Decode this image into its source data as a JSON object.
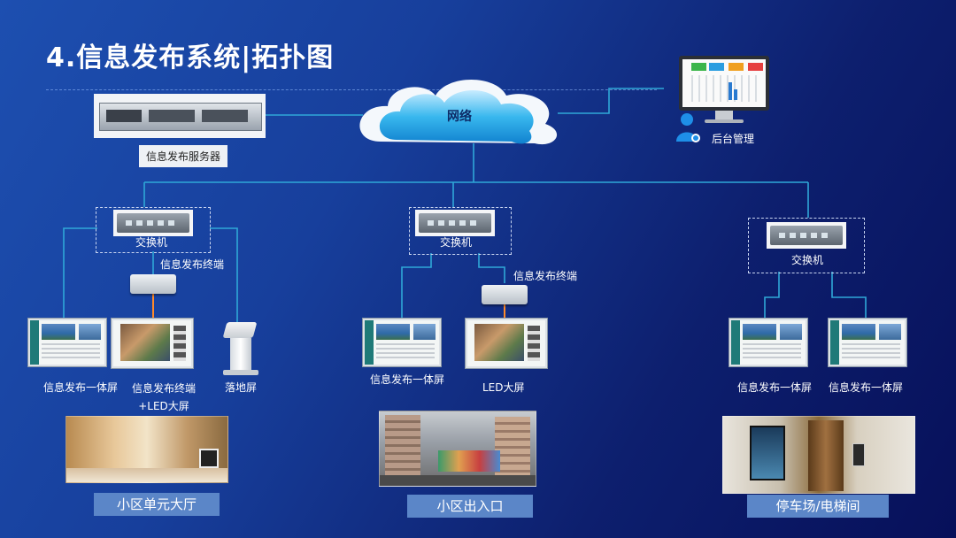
{
  "title": "4.信息发布系统|拓扑图",
  "network_label": "网络",
  "server_label": "信息发布服务器",
  "admin_label": "后台管理",
  "groups": [
    {
      "switch_label": "交换机",
      "terminal_label": "信息发布终端",
      "devices": [
        "信息发布一体屏",
        "信息发布终端\n+LED大屏",
        "落地屏"
      ],
      "scene_label": "小区单元大厅"
    },
    {
      "switch_label": "交换机",
      "terminal_label": "信息发布终端",
      "devices": [
        "信息发布一体屏",
        "LED大屏"
      ],
      "scene_label": "小区出入口"
    },
    {
      "switch_label": "交换机",
      "devices": [
        "信息发布一体屏",
        "信息发布一体屏"
      ],
      "scene_label": "停车场/电梯间"
    }
  ],
  "colors": {
    "link": "#2fa8d8",
    "terminal_link": "#ff8a2a",
    "caption_bg": "#5b86c8"
  }
}
